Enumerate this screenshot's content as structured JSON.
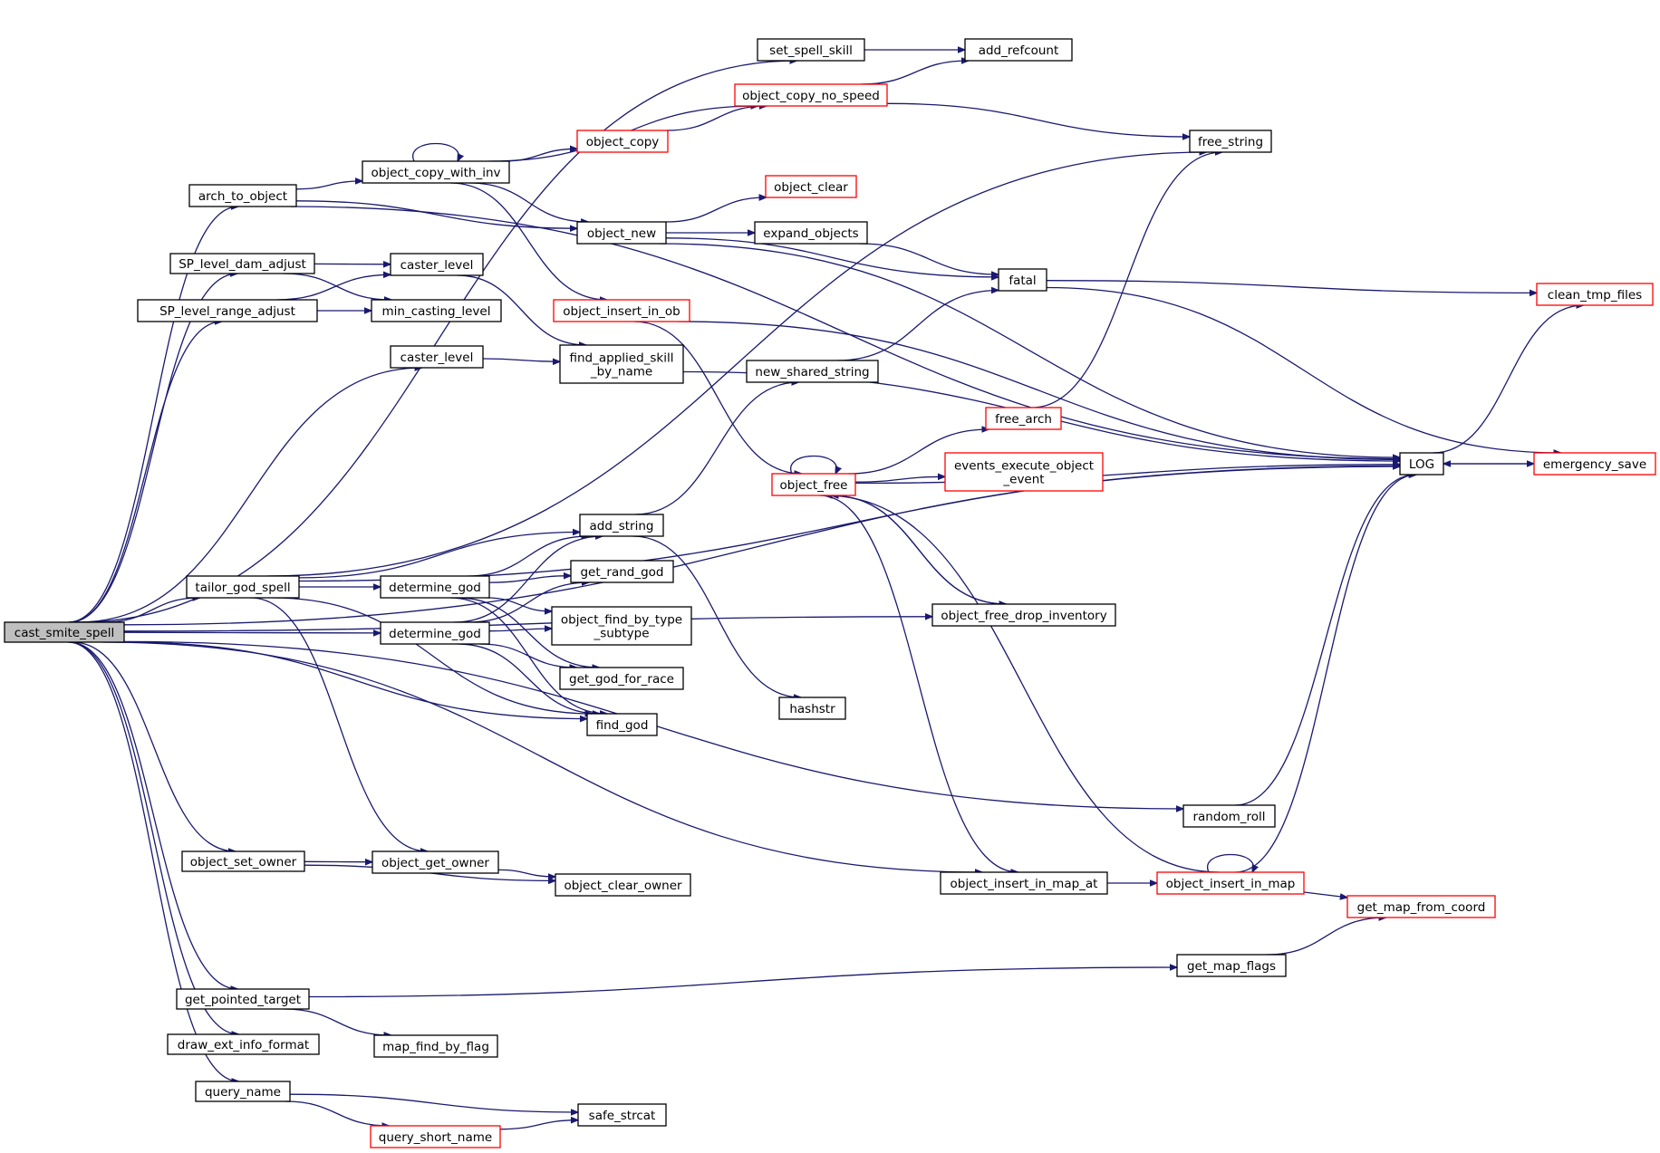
{
  "graph": {
    "type": "call-graph",
    "root": "cast_smite_spell",
    "colors": {
      "edge": "#191970",
      "node_border": "#000000",
      "truncated_border": "#ff0000",
      "root_fill": "#bfbfbf",
      "node_fill": "#ffffff"
    },
    "nodes": [
      {
        "id": "cast_smite_spell",
        "lines": [
          "cast_smite_spell"
        ],
        "root": true
      },
      {
        "id": "arch_to_object",
        "lines": [
          "arch_to_object"
        ]
      },
      {
        "id": "SP_level_dam_adjust",
        "lines": [
          "SP_level_dam_adjust"
        ]
      },
      {
        "id": "SP_level_range_adjust",
        "lines": [
          "SP_level_range_adjust"
        ]
      },
      {
        "id": "tailor_god_spell",
        "lines": [
          "tailor_god_spell"
        ]
      },
      {
        "id": "object_set_owner",
        "lines": [
          "object_set_owner"
        ]
      },
      {
        "id": "get_pointed_target",
        "lines": [
          "get_pointed_target"
        ]
      },
      {
        "id": "draw_ext_info_format",
        "lines": [
          "draw_ext_info_format"
        ]
      },
      {
        "id": "query_name",
        "lines": [
          "query_name"
        ]
      },
      {
        "id": "object_copy_with_inv",
        "lines": [
          "object_copy_with_inv"
        ]
      },
      {
        "id": "caster_level_1",
        "lines": [
          "caster_level"
        ]
      },
      {
        "id": "min_casting_level",
        "lines": [
          "min_casting_level"
        ]
      },
      {
        "id": "caster_level_2",
        "lines": [
          "caster_level"
        ]
      },
      {
        "id": "determine_god_1",
        "lines": [
          "determine_god"
        ]
      },
      {
        "id": "determine_god_2",
        "lines": [
          "determine_god"
        ]
      },
      {
        "id": "object_get_owner",
        "lines": [
          "object_get_owner"
        ]
      },
      {
        "id": "map_find_by_flag",
        "lines": [
          "map_find_by_flag"
        ]
      },
      {
        "id": "query_short_name",
        "lines": [
          "query_short_name"
        ],
        "truncated": true
      },
      {
        "id": "object_copy",
        "lines": [
          "object_copy"
        ],
        "truncated": true
      },
      {
        "id": "object_new",
        "lines": [
          "object_new"
        ]
      },
      {
        "id": "object_insert_in_ob",
        "lines": [
          "object_insert_in_ob"
        ],
        "truncated": true
      },
      {
        "id": "find_applied_skill_by_name",
        "lines": [
          "find_applied_skill",
          "_by_name"
        ]
      },
      {
        "id": "add_string",
        "lines": [
          "add_string"
        ]
      },
      {
        "id": "get_rand_god",
        "lines": [
          "get_rand_god"
        ]
      },
      {
        "id": "object_find_by_type_subtype",
        "lines": [
          "object_find_by_type",
          "_subtype"
        ]
      },
      {
        "id": "get_god_for_race",
        "lines": [
          "get_god_for_race"
        ]
      },
      {
        "id": "find_god",
        "lines": [
          "find_god"
        ]
      },
      {
        "id": "object_clear_owner",
        "lines": [
          "object_clear_owner"
        ]
      },
      {
        "id": "safe_strcat",
        "lines": [
          "safe_strcat"
        ]
      },
      {
        "id": "set_spell_skill",
        "lines": [
          "set_spell_skill"
        ]
      },
      {
        "id": "object_copy_no_speed",
        "lines": [
          "object_copy_no_speed"
        ],
        "truncated": true
      },
      {
        "id": "object_clear",
        "lines": [
          "object_clear"
        ],
        "truncated": true
      },
      {
        "id": "expand_objects",
        "lines": [
          "expand_objects"
        ]
      },
      {
        "id": "new_shared_string",
        "lines": [
          "new_shared_string"
        ]
      },
      {
        "id": "object_free",
        "lines": [
          "object_free"
        ],
        "truncated": true
      },
      {
        "id": "hashstr",
        "lines": [
          "hashstr"
        ]
      },
      {
        "id": "random_roll",
        "lines": [
          "random_roll"
        ]
      },
      {
        "id": "object_insert_in_map_at",
        "lines": [
          "object_insert_in_map_at"
        ]
      },
      {
        "id": "get_map_flags",
        "lines": [
          "get_map_flags"
        ]
      },
      {
        "id": "add_refcount",
        "lines": [
          "add_refcount"
        ]
      },
      {
        "id": "free_string",
        "lines": [
          "free_string"
        ]
      },
      {
        "id": "fatal",
        "lines": [
          "fatal"
        ]
      },
      {
        "id": "free_arch",
        "lines": [
          "free_arch"
        ],
        "truncated": true
      },
      {
        "id": "events_execute_object_event",
        "lines": [
          "events_execute_object",
          "_event"
        ],
        "truncated": true
      },
      {
        "id": "object_free_drop_inventory",
        "lines": [
          "object_free_drop_inventory"
        ]
      },
      {
        "id": "object_insert_in_map",
        "lines": [
          "object_insert_in_map"
        ],
        "truncated": true
      },
      {
        "id": "LOG",
        "lines": [
          "LOG"
        ]
      },
      {
        "id": "get_map_from_coord",
        "lines": [
          "get_map_from_coord"
        ],
        "truncated": true
      },
      {
        "id": "clean_tmp_files",
        "lines": [
          "clean_tmp_files"
        ],
        "truncated": true
      },
      {
        "id": "emergency_save",
        "lines": [
          "emergency_save"
        ],
        "truncated": true
      }
    ],
    "edges": [
      [
        "cast_smite_spell",
        "arch_to_object"
      ],
      [
        "cast_smite_spell",
        "SP_level_dam_adjust"
      ],
      [
        "cast_smite_spell",
        "SP_level_range_adjust"
      ],
      [
        "cast_smite_spell",
        "caster_level_2"
      ],
      [
        "cast_smite_spell",
        "tailor_god_spell"
      ],
      [
        "cast_smite_spell",
        "determine_god_2"
      ],
      [
        "cast_smite_spell",
        "find_god"
      ],
      [
        "cast_smite_spell",
        "object_set_owner"
      ],
      [
        "cast_smite_spell",
        "get_pointed_target"
      ],
      [
        "cast_smite_spell",
        "draw_ext_info_format"
      ],
      [
        "cast_smite_spell",
        "query_name"
      ],
      [
        "cast_smite_spell",
        "set_spell_skill"
      ],
      [
        "cast_smite_spell",
        "LOG"
      ],
      [
        "cast_smite_spell",
        "object_free_drop_inventory"
      ],
      [
        "cast_smite_spell",
        "random_roll"
      ],
      [
        "cast_smite_spell",
        "object_insert_in_map_at"
      ],
      [
        "arch_to_object",
        "object_copy_with_inv"
      ],
      [
        "arch_to_object",
        "object_new"
      ],
      [
        "arch_to_object",
        "LOG"
      ],
      [
        "object_copy_with_inv",
        "object_copy_with_inv"
      ],
      [
        "object_copy_with_inv",
        "object_copy"
      ],
      [
        "object_copy_with_inv",
        "object_copy_no_speed"
      ],
      [
        "object_copy_with_inv",
        "object_new"
      ],
      [
        "object_copy_with_inv",
        "object_insert_in_ob"
      ],
      [
        "object_copy",
        "object_copy_no_speed"
      ],
      [
        "object_copy_no_speed",
        "add_refcount"
      ],
      [
        "object_copy_no_speed",
        "free_string"
      ],
      [
        "set_spell_skill",
        "add_refcount"
      ],
      [
        "object_new",
        "object_clear"
      ],
      [
        "object_new",
        "expand_objects"
      ],
      [
        "object_new",
        "fatal"
      ],
      [
        "object_new",
        "LOG"
      ],
      [
        "expand_objects",
        "fatal"
      ],
      [
        "fatal",
        "clean_tmp_files"
      ],
      [
        "fatal",
        "emergency_save"
      ],
      [
        "SP_level_dam_adjust",
        "caster_level_1"
      ],
      [
        "SP_level_dam_adjust",
        "min_casting_level"
      ],
      [
        "SP_level_range_adjust",
        "caster_level_1"
      ],
      [
        "SP_level_range_adjust",
        "min_casting_level"
      ],
      [
        "caster_level_1",
        "find_applied_skill_by_name"
      ],
      [
        "caster_level_2",
        "find_applied_skill_by_name"
      ],
      [
        "find_applied_skill_by_name",
        "LOG"
      ],
      [
        "object_insert_in_ob",
        "object_free"
      ],
      [
        "object_insert_in_ob",
        "LOG"
      ],
      [
        "new_shared_string",
        "fatal"
      ],
      [
        "free_arch",
        "free_string"
      ],
      [
        "object_free",
        "object_free"
      ],
      [
        "object_free",
        "free_arch"
      ],
      [
        "object_free",
        "events_execute_object_event"
      ],
      [
        "object_free",
        "LOG"
      ],
      [
        "object_free",
        "object_free_drop_inventory"
      ],
      [
        "object_free",
        "object_insert_in_map_at"
      ],
      [
        "object_free_drop_inventory",
        "object_free"
      ],
      [
        "tailor_god_spell",
        "free_string"
      ],
      [
        "tailor_god_spell",
        "add_string"
      ],
      [
        "tailor_god_spell",
        "determine_god_1"
      ],
      [
        "tailor_god_spell",
        "find_god"
      ],
      [
        "tailor_god_spell",
        "object_get_owner"
      ],
      [
        "tailor_god_spell",
        "LOG"
      ],
      [
        "determine_god_1",
        "add_string"
      ],
      [
        "determine_god_1",
        "get_rand_god"
      ],
      [
        "determine_god_1",
        "object_find_by_type_subtype"
      ],
      [
        "determine_god_1",
        "get_god_for_race"
      ],
      [
        "determine_god_1",
        "find_god"
      ],
      [
        "determine_god_2",
        "add_string"
      ],
      [
        "determine_god_2",
        "get_rand_god"
      ],
      [
        "determine_god_2",
        "object_find_by_type_subtype"
      ],
      [
        "determine_god_2",
        "get_god_for_race"
      ],
      [
        "determine_god_2",
        "find_god"
      ],
      [
        "add_string",
        "new_shared_string"
      ],
      [
        "add_string",
        "hashstr"
      ],
      [
        "object_set_owner",
        "object_get_owner"
      ],
      [
        "object_set_owner",
        "object_clear_owner"
      ],
      [
        "object_get_owner",
        "object_clear_owner"
      ],
      [
        "object_insert_in_map_at",
        "object_insert_in_map"
      ],
      [
        "object_insert_in_map",
        "object_insert_in_map"
      ],
      [
        "object_insert_in_map",
        "object_free"
      ],
      [
        "object_insert_in_map",
        "LOG"
      ],
      [
        "object_insert_in_map",
        "get_map_from_coord"
      ],
      [
        "random_roll",
        "LOG"
      ],
      [
        "get_pointed_target",
        "get_map_flags"
      ],
      [
        "get_pointed_target",
        "map_find_by_flag"
      ],
      [
        "get_map_flags",
        "get_map_from_coord"
      ],
      [
        "query_name",
        "safe_strcat"
      ],
      [
        "query_name",
        "query_short_name"
      ],
      [
        "query_short_name",
        "safe_strcat"
      ],
      [
        "LOG",
        "clean_tmp_files"
      ],
      [
        "LOG",
        "emergency_save"
      ],
      [
        "emergency_save",
        "LOG"
      ]
    ]
  }
}
